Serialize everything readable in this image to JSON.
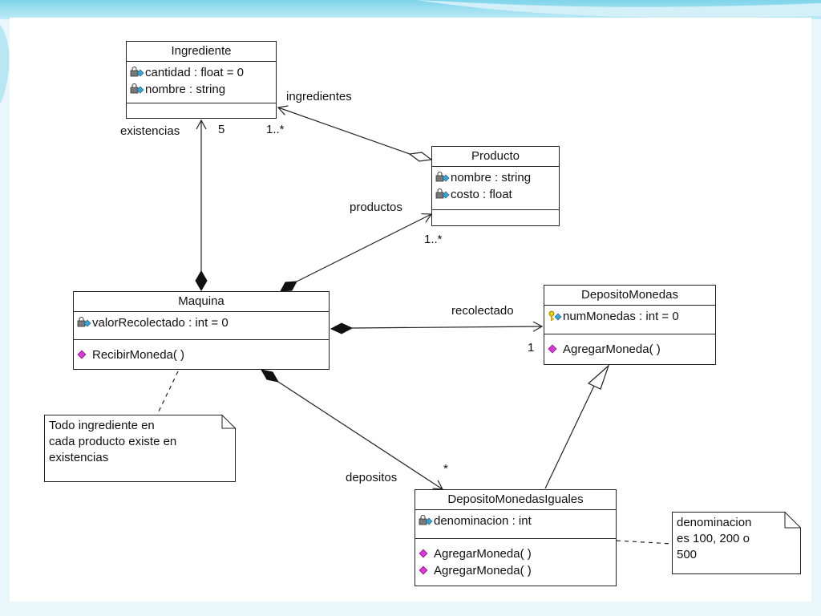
{
  "classes": {
    "ingrediente": {
      "name": "Ingrediente",
      "attributes": [
        "cantidad : float = 0",
        "nombre : string"
      ]
    },
    "producto": {
      "name": "Producto",
      "attributes": [
        "nombre : string",
        "costo : float"
      ]
    },
    "maquina": {
      "name": "Maquina",
      "attributes": [
        "valorRecolectado : int = 0"
      ],
      "operations": [
        "RecibirMoneda( )"
      ]
    },
    "depositoMonedas": {
      "name": "DepositoMonedas",
      "attributes": [
        "numMonedas : int = 0"
      ],
      "operations": [
        "AgregarMoneda( )"
      ]
    },
    "depositoMonedasIguales": {
      "name": "DepositoMonedasIguales",
      "attributes": [
        "denominacion : int"
      ],
      "operations": [
        "AgregarMoneda( )",
        "AgregarMoneda( )"
      ]
    }
  },
  "associations": {
    "ingredientes": {
      "role": "ingredientes",
      "multiplicity": "1..*"
    },
    "existencias": {
      "role": "existencias",
      "multiplicity": "5"
    },
    "productos": {
      "role": "productos",
      "multiplicity": "1..*"
    },
    "recolectado": {
      "role": "recolectado",
      "multiplicity": "1"
    },
    "depositos": {
      "role": "depositos",
      "multiplicity": "*"
    }
  },
  "notes": {
    "ingredientes_note": "Todo ingrediente en\ncada producto existe en\nexistencias",
    "denominacion_note": "denominacion\nes 100, 200 o\n500"
  },
  "colors": {
    "background": "#ffffff",
    "slide_accent": "#5bc8e3",
    "line": "#222222",
    "operation_icon": "#c71fc7",
    "attribute_icon": "#3aa6d6"
  }
}
